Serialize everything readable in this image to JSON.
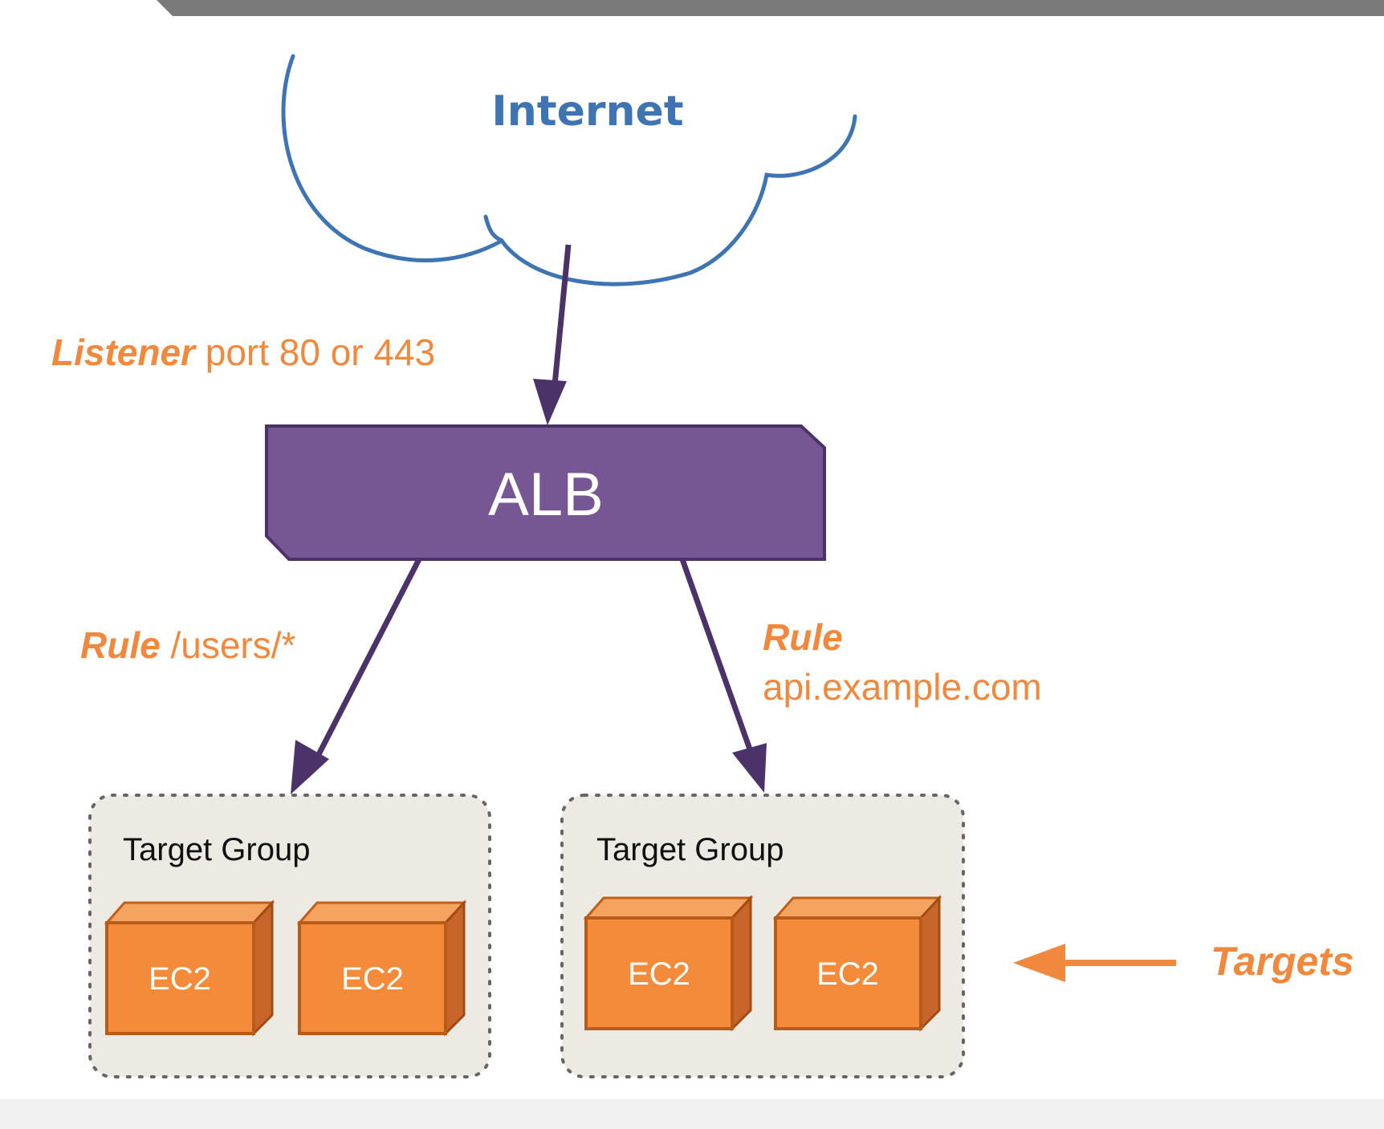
{
  "internet": {
    "label": "Internet"
  },
  "listener": {
    "keyword": "Listener",
    "detail": " port 80 or 443"
  },
  "alb": {
    "label": "ALB"
  },
  "rule_left": {
    "keyword": "Rule",
    "detail": " /users/*"
  },
  "rule_right": {
    "keyword": "Rule",
    "detail": "api.example.com"
  },
  "target_groups": [
    {
      "label": "Target Group",
      "instances": [
        "EC2",
        "EC2"
      ]
    },
    {
      "label": "Target Group",
      "instances": [
        "EC2",
        "EC2"
      ]
    }
  ],
  "targets": {
    "label": "Targets"
  },
  "colors": {
    "cloud": "#3f74b3",
    "alb_fill": "#775694",
    "arrow": "#4b3268",
    "annotation": "#f0883e",
    "ec2_front": "#f48b3a",
    "group_bg": "#edeae3"
  }
}
